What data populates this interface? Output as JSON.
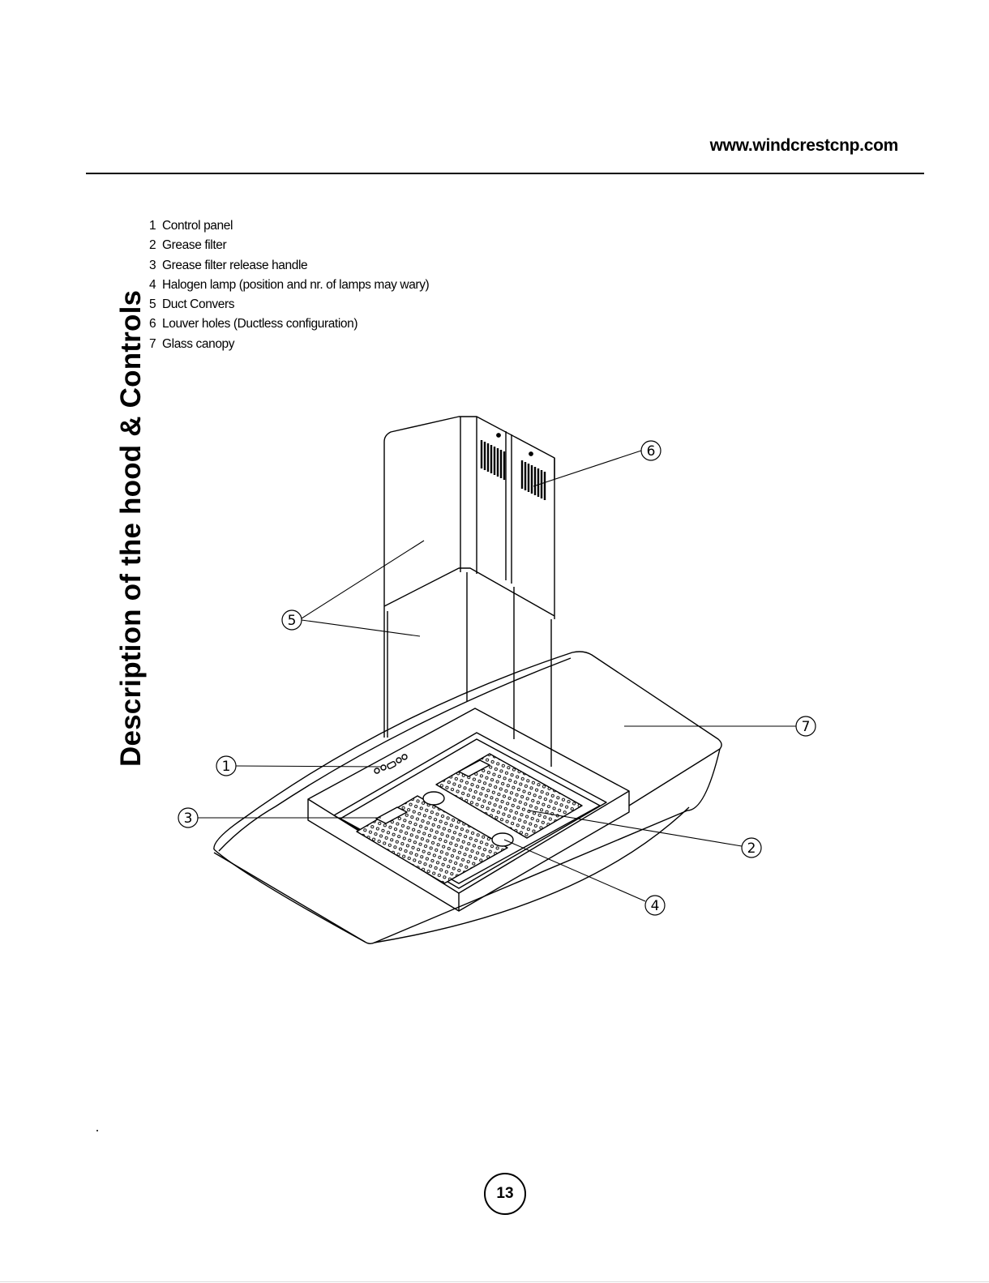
{
  "header": {
    "url": "www.windcrestcnp.com"
  },
  "section_title": "Description of the hood & Controls",
  "parts": [
    {
      "num": "1",
      "label": "Control panel"
    },
    {
      "num": "2",
      "label": "Grease filter"
    },
    {
      "num": "3",
      "label": "Grease filter release handle"
    },
    {
      "num": "4",
      "label": "Halogen lamp (position and nr. of lamps may wary)"
    },
    {
      "num": "5",
      "label": "Duct Convers"
    },
    {
      "num": "6",
      "label": "Louver holes (Ductless configuration)"
    },
    {
      "num": "7",
      "label": "Glass canopy"
    }
  ],
  "callouts": [
    "1",
    "2",
    "3",
    "4",
    "5",
    "6",
    "7"
  ],
  "footer": {
    "page_number": "13"
  }
}
